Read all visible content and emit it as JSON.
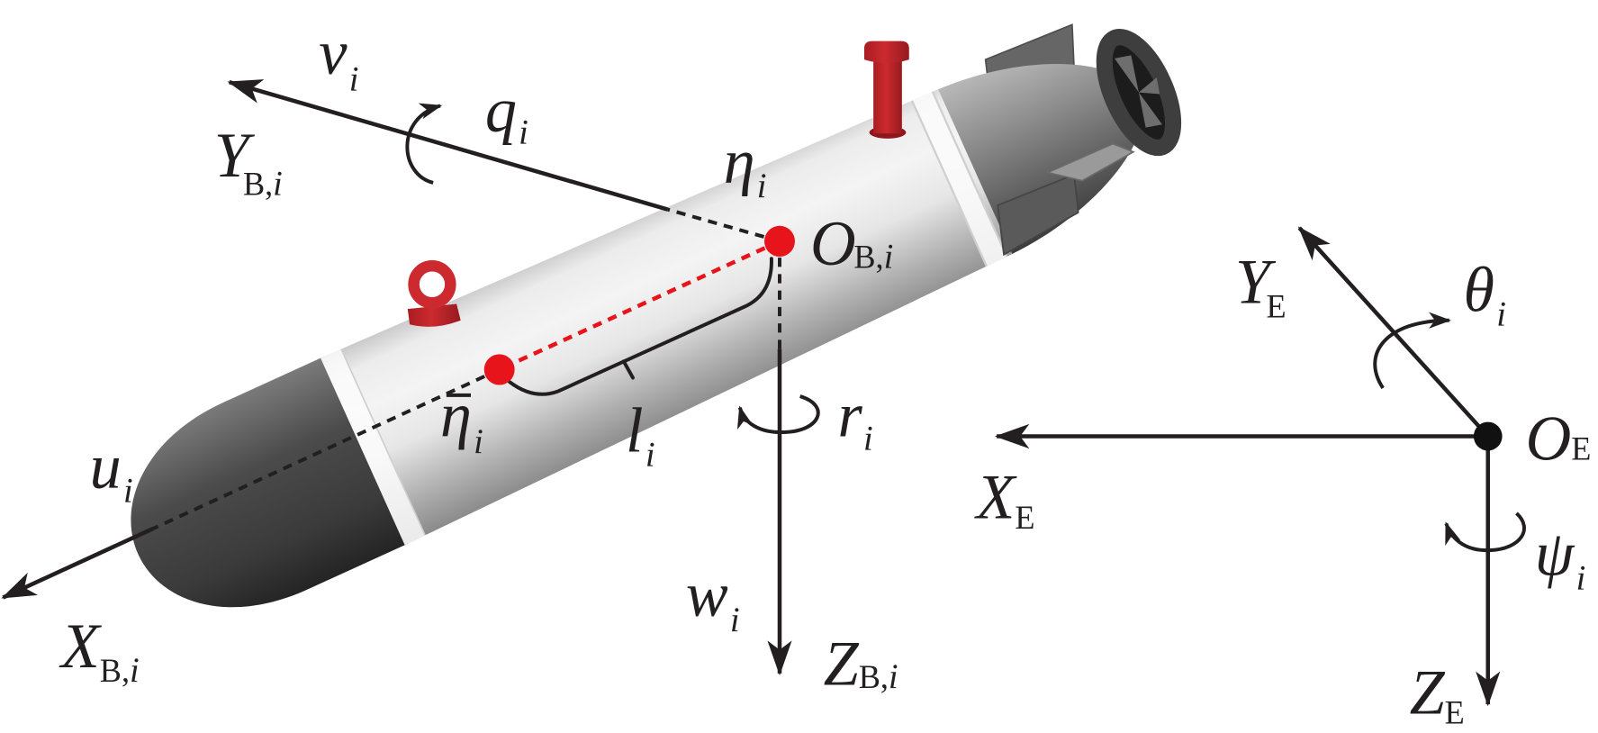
{
  "labels": {
    "v_i": {
      "main": "v",
      "sub": "i"
    },
    "q_i": {
      "main": "q",
      "sub": "i"
    },
    "Y_Bi": {
      "main": "Y",
      "sub_roman": "B,",
      "sub": "i"
    },
    "eta_i": {
      "main": "η",
      "sub": "i"
    },
    "O_Bi": {
      "main": "O",
      "sub_roman": "B,",
      "sub": "i"
    },
    "eta_bar_i": {
      "main": "η",
      "sub": "i"
    },
    "l_i": {
      "main": "l",
      "sub": "i"
    },
    "r_i": {
      "main": "r",
      "sub": "i"
    },
    "u_i": {
      "main": "u",
      "sub": "i"
    },
    "X_Bi": {
      "main": "X",
      "sub_roman": "B,",
      "sub": "i"
    },
    "w_i": {
      "main": "w",
      "sub": "i"
    },
    "Z_Bi": {
      "main": "Z",
      "sub_roman": "B,",
      "sub": "i"
    },
    "Y_E": {
      "main": "Y",
      "sub_roman": "E"
    },
    "theta_i": {
      "main": "θ",
      "sub": "i"
    },
    "O_E": {
      "main": "O",
      "sub_roman": "E"
    },
    "X_E": {
      "main": "X",
      "sub_roman": "E"
    },
    "psi_i": {
      "main": "ψ",
      "sub": "i"
    },
    "Z_E": {
      "main": "Z",
      "sub_roman": "E"
    }
  },
  "colors": {
    "axis": "#231f20",
    "reference_point": "#e8141b",
    "earth_origin": "#111111",
    "hull": "#f4f4f4",
    "nose_and_tail": "#4b4b4b",
    "fixtures": "#cc2a2f"
  }
}
